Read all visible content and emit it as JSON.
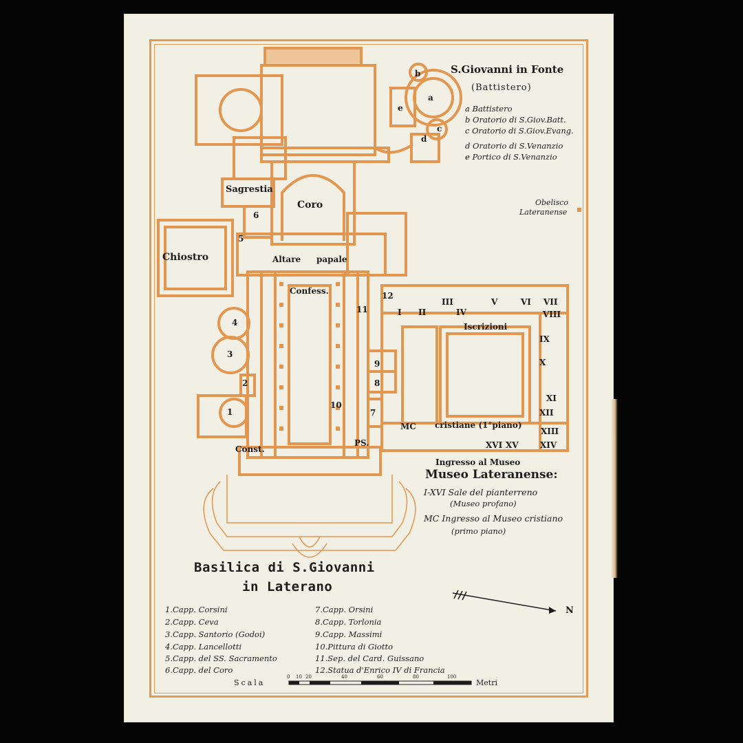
{
  "title": {
    "line1": "Basilica di S.Giovanni",
    "line2": "in Laterano"
  },
  "baptistery": {
    "title": "S.Giovanni in Fonte",
    "subtitle": "(Battistero)",
    "items": [
      "a Battistero",
      "b Oratorio di S.Giov.Batt.",
      "c Oratorio di S.Giov.Evang.",
      "d Oratorio di S.Venanzio",
      "e Portico di S.Venanzio"
    ],
    "markers": [
      "a",
      "b",
      "c",
      "d",
      "e"
    ]
  },
  "obelisk": {
    "line1": "Obelisco",
    "line2": "Lateranense"
  },
  "plan_labels": {
    "sagrestia": "Sagrestia",
    "coro": "Coro",
    "chiostro": "Chiostro",
    "altare": "Altare",
    "papale": "papale",
    "confess": "Confess.",
    "iscrizioni": "Iscrizioni",
    "cristiane": "cristiane (1°piano)",
    "mc": "MC",
    "ps": "PS.",
    "const": "Const.",
    "ingresso": "Ingresso al Museo"
  },
  "numbers": [
    "1",
    "2",
    "3",
    "4",
    "5",
    "6",
    "7",
    "8",
    "9",
    "10",
    "11",
    "12"
  ],
  "roman": [
    "I",
    "II",
    "III",
    "IV",
    "V",
    "VI",
    "VII",
    "VIII",
    "IX",
    "X",
    "XI",
    "XII",
    "XIII",
    "XIV",
    "XV",
    "XVI"
  ],
  "museo": {
    "title": "Museo Lateranense:",
    "line1": "I-XVI Sale del pianterreno",
    "line2": "(Museo profano)",
    "line3": "MC Ingresso al Museo cristiano",
    "line4": "(primo piano)"
  },
  "legend_left": [
    "1.Capp. Corsini",
    "2.Capp. Ceva",
    "3.Capp. Santorio (Godoi)",
    "4.Capp. Lancellotti",
    "5.Capp. del SS. Sacramento",
    "6.Capp. del Coro"
  ],
  "legend_right": [
    "7.Capp. Orsini",
    "8.Capp. Torlonia",
    "9.Capp. Massimi",
    "10.Pittura di Giotto",
    "11.Sep. del Card. Guissano",
    "12.Statua d'Enrico IV di Francia"
  ],
  "scale": {
    "label": "Scala",
    "ticks": [
      "0",
      "10",
      "20",
      "40",
      "60",
      "80",
      "100"
    ],
    "unit": "Metri"
  },
  "north": "N",
  "colors": {
    "ink": "#e3964f",
    "paper": "#f2efe4",
    "text": "#1c1c1c",
    "background": "#050505"
  }
}
